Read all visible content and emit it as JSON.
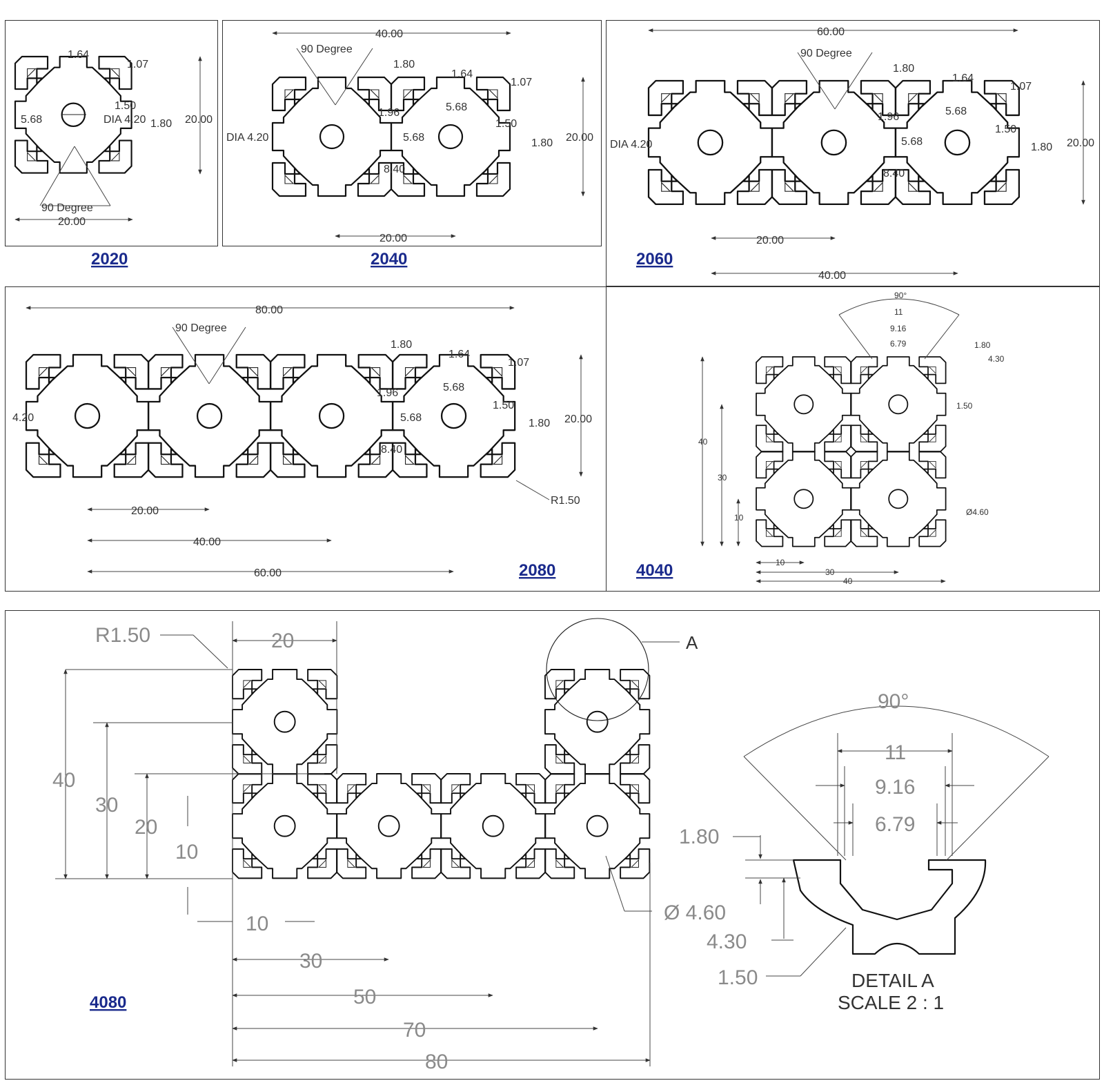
{
  "profiles": {
    "p2020": {
      "label": "2020",
      "dims": {
        "top_a": "1.64",
        "top_b": "1.07",
        "slot": "1.50",
        "hole": "DIA 4.20",
        "side": "1.80",
        "h": "20.00",
        "w": "20.00",
        "inner": "5.68",
        "angle": "90 Degree"
      }
    },
    "p2040": {
      "label": "2040",
      "dims": {
        "w": "40.00",
        "angle": "90 Degree",
        "a": "1.80",
        "b": "1.64",
        "c": "1.07",
        "d": "1.96",
        "e": "5.68",
        "f": "1.50",
        "g": "5.68",
        "h": "20.00",
        "i": "1.80",
        "j": "8.40",
        "hole": "DIA 4.20",
        "pitch": "20.00"
      }
    },
    "p2060": {
      "label": "2060",
      "dims": {
        "w": "60.00",
        "angle": "90 Degree",
        "a": "1.80",
        "b": "1.64",
        "c": "1.07",
        "d": "1.96",
        "e": "5.68",
        "f": "1.50",
        "g": "5.68",
        "h": "20.00",
        "i": "1.80",
        "j": "8.40",
        "hole": "DIA 4.20",
        "pitch1": "20.00",
        "pitch2": "40.00"
      }
    },
    "p2080": {
      "label": "2080",
      "dims": {
        "w": "80.00",
        "angle": "90 Degree",
        "a": "1.80",
        "b": "1.64",
        "c": "1.07",
        "d": "1.96",
        "e": "5.68",
        "f": "1.50",
        "g": "5.68",
        "h": "20.00",
        "i": "1.80",
        "j": "8.40",
        "hole": "4.20",
        "r": "R1.50",
        "pitch1": "20.00",
        "pitch2": "40.00",
        "pitch3": "60.00"
      }
    },
    "p4040": {
      "label": "4040",
      "dims": {
        "angle": "90°",
        "a": "11",
        "b": "9.16",
        "c": "6.79",
        "d": "1.80",
        "e": "4.30",
        "f": "1.50",
        "g": "Ø4.60",
        "h40": "40",
        "h30": "30",
        "h10": "10",
        "w10": "10",
        "w30": "30",
        "w40": "40"
      }
    },
    "p4080": {
      "label": "4080",
      "dims": {
        "r": "R1.50",
        "w20": "20",
        "h40": "40",
        "h30": "30",
        "h20": "20",
        "h10": "10",
        "w10": "10",
        "w30": "30",
        "w50": "50",
        "w70": "70",
        "w80": "80",
        "hole": "Ø 4.60",
        "detail_ref": "A",
        "angle": "90°",
        "a": "11",
        "b": "9.16",
        "c": "6.79",
        "d": "1.80",
        "e": "4.30",
        "f": "1.50",
        "detail_title": "DETAIL A",
        "detail_scale": "SCALE 2 : 1"
      }
    }
  }
}
